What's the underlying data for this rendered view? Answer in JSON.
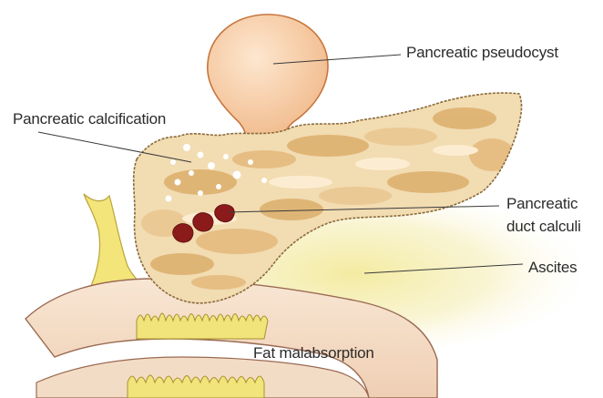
{
  "diagram": {
    "labels": {
      "pseudocyst": "Pancreatic pseudocyst",
      "calcification": "Pancreatic calcification",
      "duct_calculi_line1": "Pancreatic",
      "duct_calculi_line2": "duct calculi",
      "ascites": "Ascites",
      "fat_malabsorption": "Fat malabsorption"
    },
    "colors": {
      "pancreas_fill": "#f2dcb2",
      "pancreas_mottle": "#d9a862",
      "pancreas_outline": "#8a6a3a",
      "pseudocyst_fill": "#f6c9a0",
      "pseudocyst_outline": "#c7763d",
      "calculi": "#8b1a1a",
      "ascites_glow": "#f6efb5",
      "intestine_fill": "#f6e0c8",
      "intestine_outline": "#9a6a52",
      "villi": "#f1e47a",
      "leader_line": "#3a3a3a"
    }
  }
}
